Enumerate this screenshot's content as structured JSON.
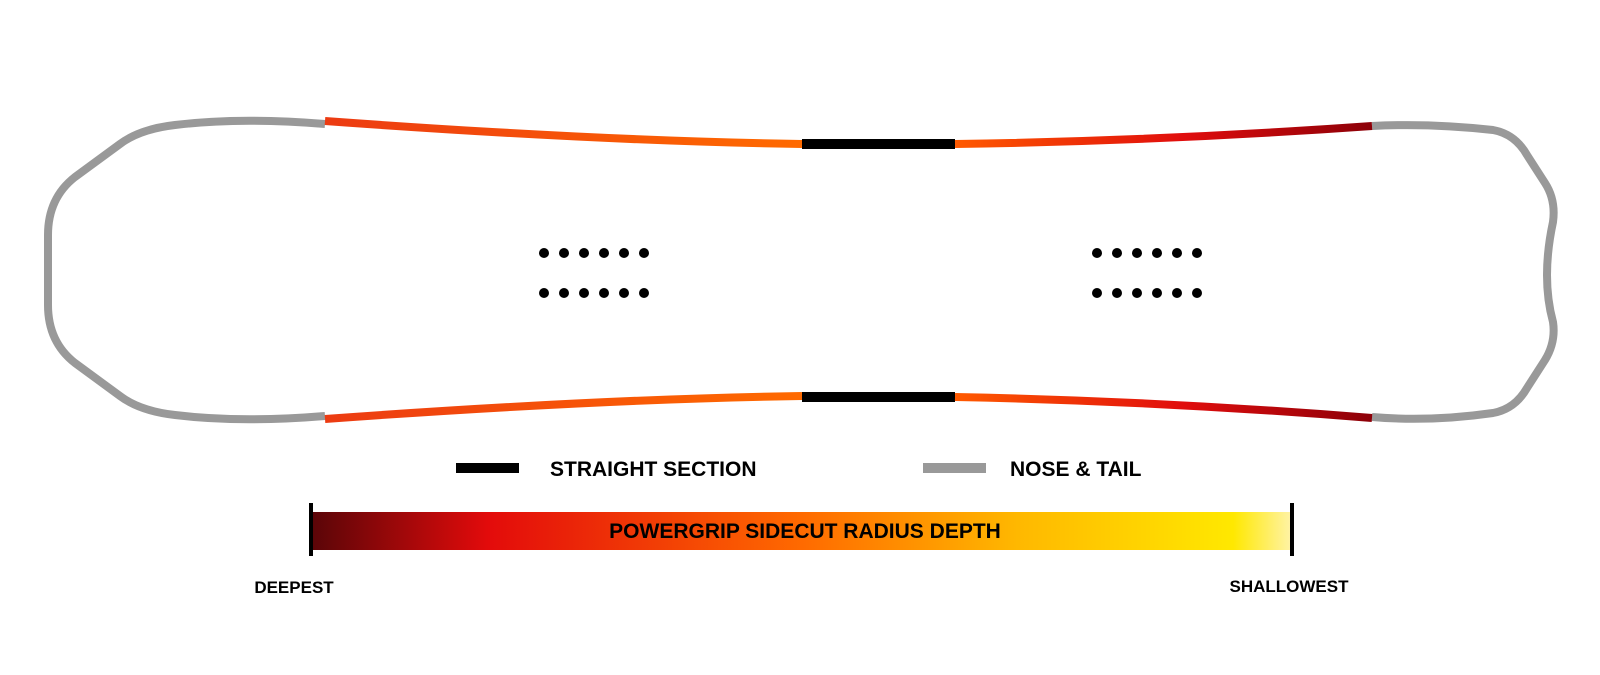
{
  "legend": {
    "straight_label": "STRAIGHT SECTION",
    "nose_tail_label": "NOSE & TAIL"
  },
  "gradient_bar": {
    "title": "POWERGRIP SIDECUT RADIUS DEPTH",
    "left_label": "DEEPEST",
    "right_label": "SHALLOWEST"
  },
  "colors": {
    "straight_section": "#000000",
    "nose_tail": "#999999",
    "deepest": "#5a0508",
    "mid_deep": "#e30b0b",
    "mid": "#ff6a00",
    "mid_shallow": "#ffb800",
    "shallow": "#ffe800",
    "shallowest": "#fff3a8"
  },
  "insert_groups": [
    {
      "name": "left-insert-pack",
      "rows": 2,
      "columns": 6
    },
    {
      "name": "right-insert-pack",
      "rows": 2,
      "columns": 6
    }
  ]
}
